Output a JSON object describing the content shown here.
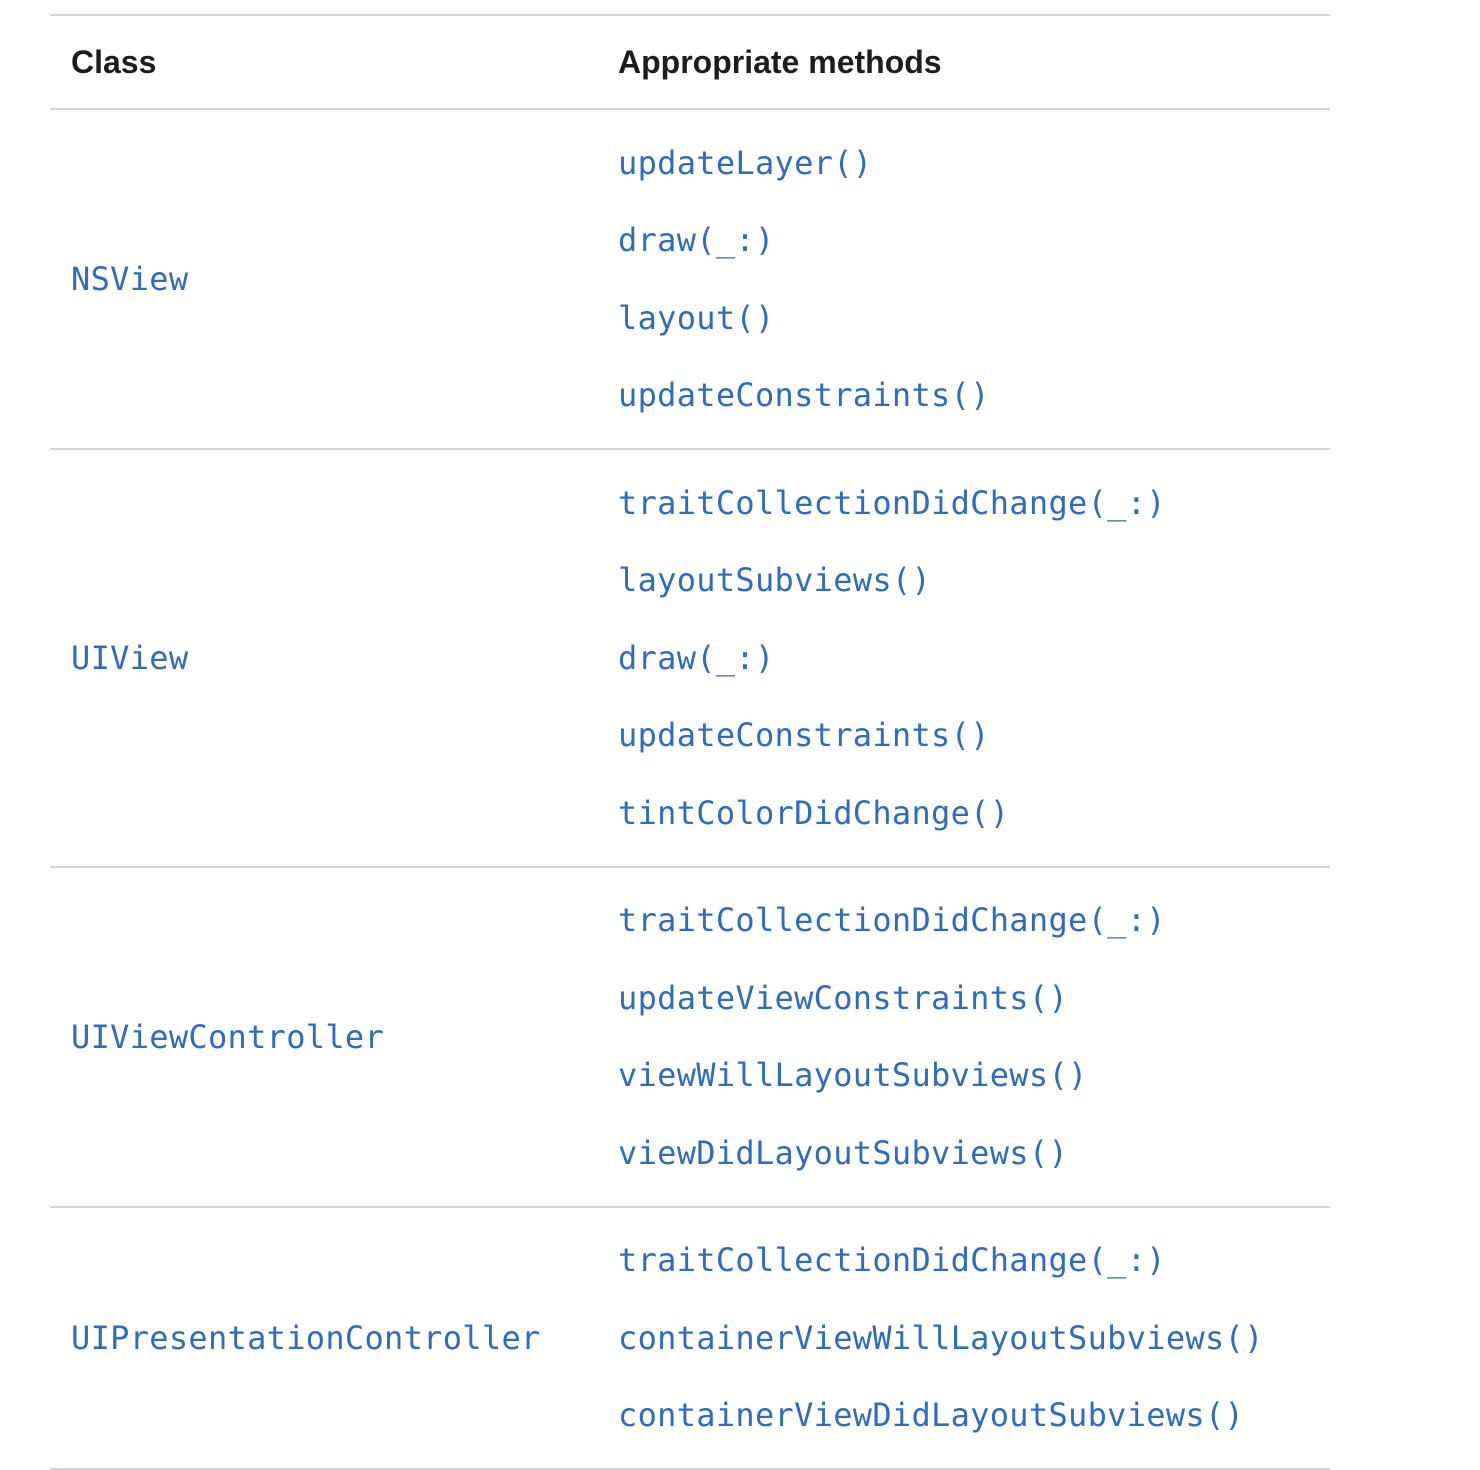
{
  "table": {
    "headers": {
      "class": "Class",
      "methods": "Appropriate methods"
    },
    "rows": [
      {
        "class": "NSView",
        "methods": [
          "updateLayer()",
          "draw(_:)",
          "layout()",
          "updateConstraints()"
        ]
      },
      {
        "class": "UIView",
        "methods": [
          "traitCollectionDidChange(_:)",
          "layoutSubviews()",
          "draw(_:)",
          "updateConstraints()",
          "tintColorDidChange()"
        ]
      },
      {
        "class": "UIViewController",
        "methods": [
          "traitCollectionDidChange(_:)",
          "updateViewConstraints()",
          "viewWillLayoutSubviews()",
          "viewDidLayoutSubviews()"
        ]
      },
      {
        "class": "UIPresentationController",
        "methods": [
          "traitCollectionDidChange(_:)",
          "containerViewWillLayoutSubviews()",
          "containerViewDidLayoutSubviews()"
        ]
      }
    ]
  },
  "colors": {
    "link": "#2f6cc0",
    "text": "#1d1d1f",
    "divider": "#d2d2d7"
  }
}
